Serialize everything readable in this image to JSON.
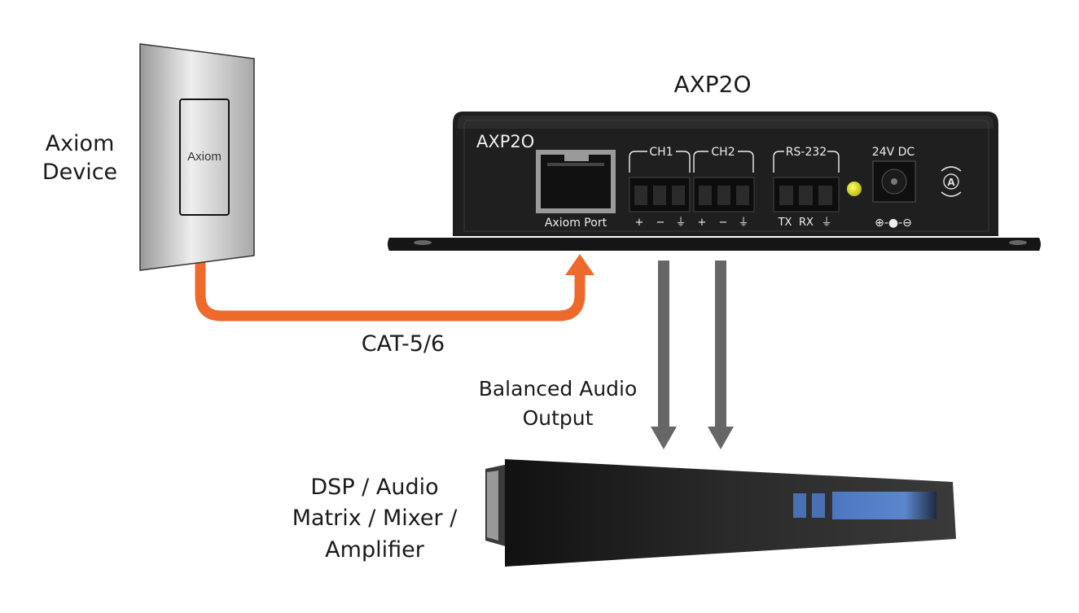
{
  "labels": {
    "axiom_device": [
      "Axiom",
      "Device"
    ],
    "axp2o_title": "AXP2O",
    "cable": "CAT-5/6",
    "balanced_output": [
      "Balanced Audio",
      "Output"
    ],
    "dsp_device": [
      "DSP / Audio",
      "Matrix / Mixer /",
      "Amplifier"
    ]
  },
  "wall_panel": {
    "logo_text": "Axiom"
  },
  "axp2o_device": {
    "model": "AXP2O",
    "port_label": "Axiom Port",
    "ch1": "CH1",
    "ch2": "CH2",
    "ch_pins": [
      "+",
      "−",
      "⏚"
    ],
    "rs232": "RS-232",
    "rs232_pins": [
      "TX",
      "RX",
      "⏚"
    ],
    "power": "24V DC",
    "polarity": "⊕-●-⊖",
    "led_color": "#e6e61a"
  },
  "colors": {
    "cable": "#ee6a2c",
    "audio_arrow": "#666666",
    "device_body": "#1e1e1e",
    "panel_display": "#4a78c0"
  }
}
